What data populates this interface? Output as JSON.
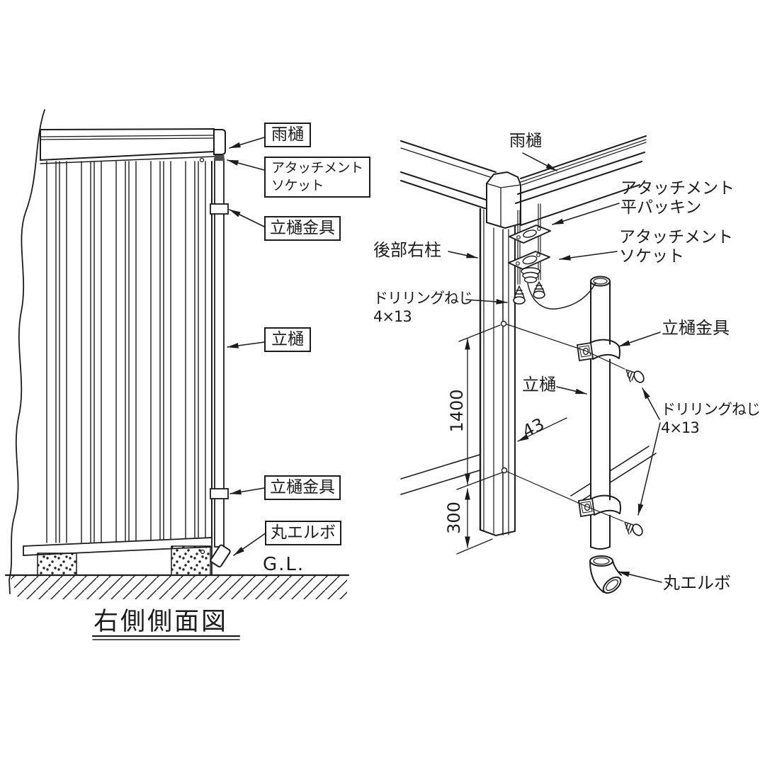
{
  "colors": {
    "line": "#1c1c1c",
    "background": "#ffffff",
    "socket_fill": "#4d4d4d"
  },
  "left_view": {
    "caption": "右側側面図",
    "labels": {
      "amadoi": "雨樋",
      "attachment_socket_line1": "アタッチメント",
      "attachment_socket_line2": "ソケット",
      "tatedoi_kanagu_upper": "立樋金具",
      "tatedoi": "立樋",
      "tatedoi_kanagu_lower": "立樋金具",
      "maru_elbow": "丸エルボ",
      "ground_level": "G.L."
    }
  },
  "right_view": {
    "labels": {
      "amadoi": "雨樋",
      "attachment_flat_packing_line1": "アタッチメント",
      "attachment_flat_packing_line2": "平パッキン",
      "attachment_socket_line1": "アタッチメント",
      "attachment_socket_line2": "ソケット",
      "rear_right_post": "後部右柱",
      "drilling_screw_post_line1": "ドリリングねじ",
      "drilling_screw_post_line2": "4×13",
      "tatedoi_kanagu": "立樋金具",
      "tatedoi": "立樋",
      "drilling_screw_bracket_line1": "ドリリングねじ",
      "drilling_screw_bracket_line2": "4×13",
      "maru_elbow": "丸エルボ"
    },
    "dimensions": {
      "pipe_upper_span_mm": "1400",
      "pipe_lower_span_mm": "300",
      "hole_offset_mm": "43"
    }
  }
}
